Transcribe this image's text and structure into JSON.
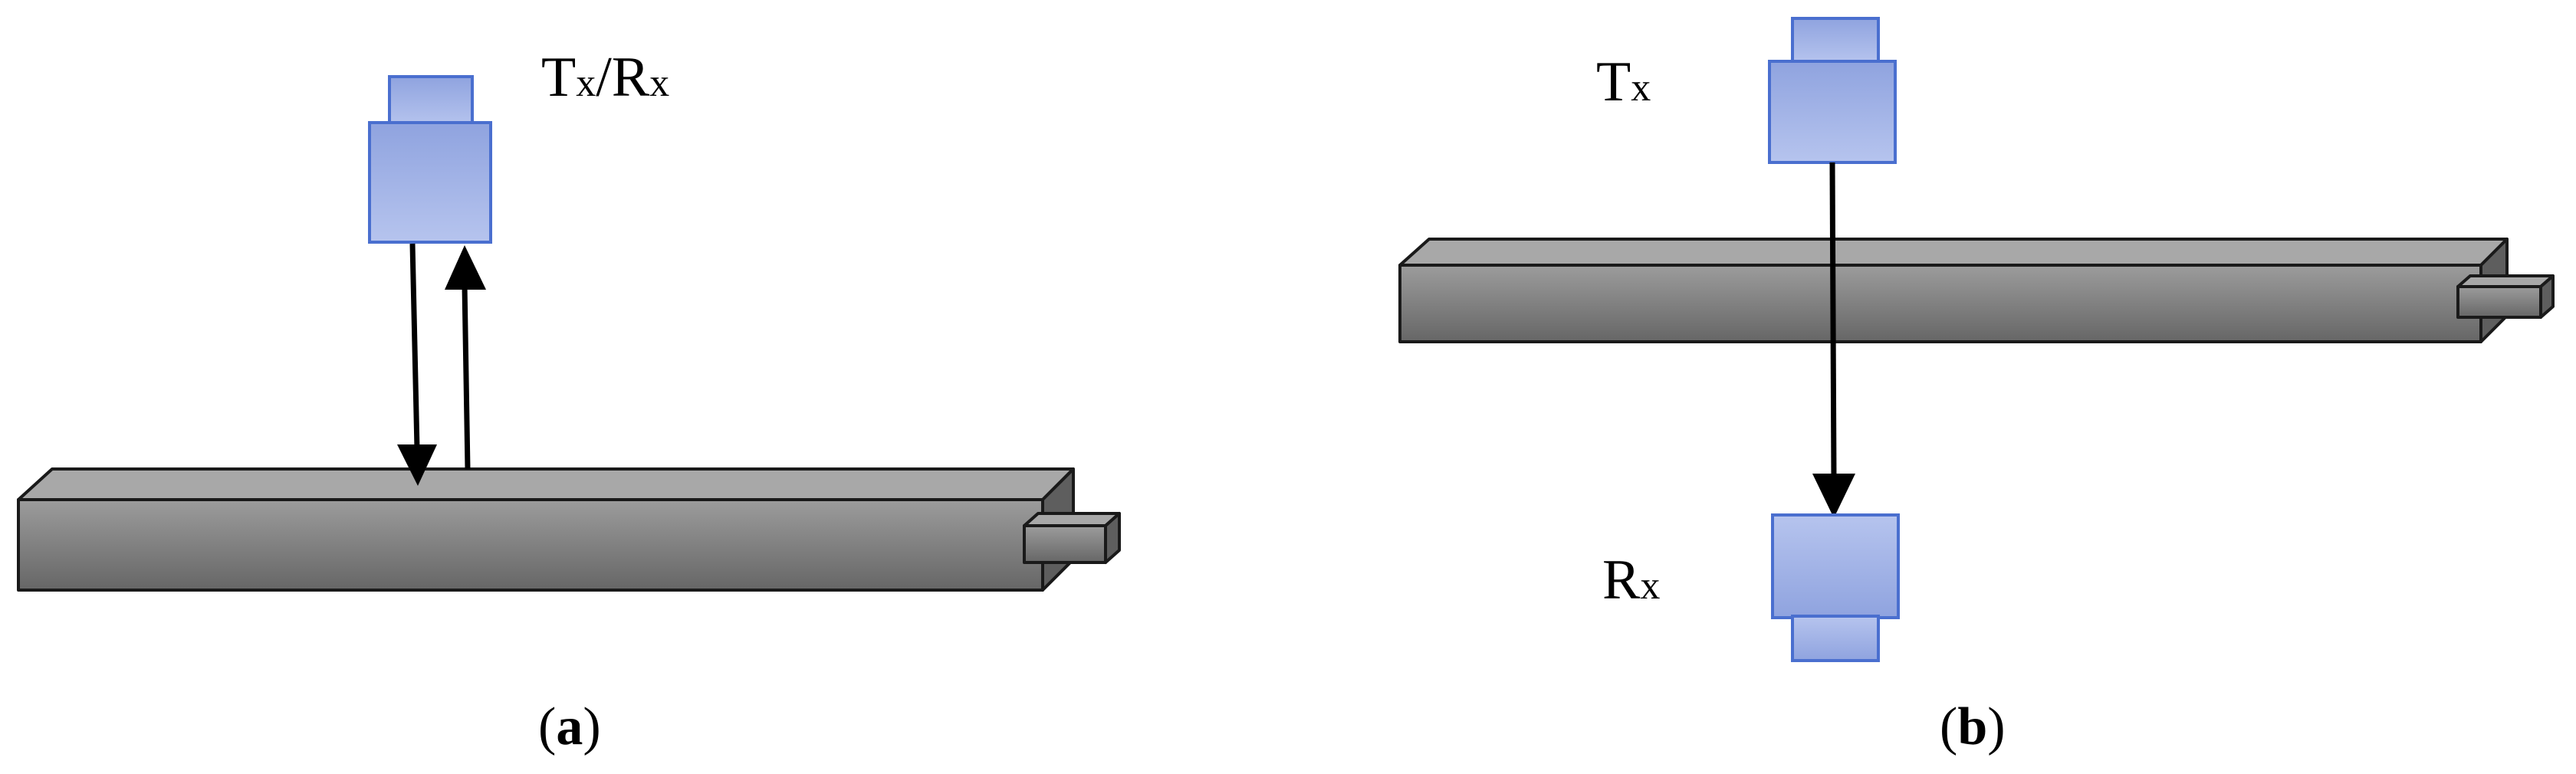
{
  "panel_a": {
    "transceiver_main": "T",
    "transceiver_sub": "x",
    "transceiver_sep": "/R",
    "transceiver_sub2": "x",
    "caption_open": "(",
    "caption_letter": "a",
    "caption_close": ")"
  },
  "panel_b": {
    "transmitter_main": "T",
    "transmitter_sub": "x",
    "receiver_main": "R",
    "receiver_sub": "x",
    "caption_open": "(",
    "caption_letter": "b",
    "caption_close": ")"
  },
  "colors": {
    "sensor_fill_top": "#8fa3df",
    "sensor_fill_bottom": "#b6c4ee",
    "sensor_stroke": "#4a6fcf",
    "bar_front_top": "#9a9a9a",
    "bar_front_bottom": "#6a6a6a",
    "bar_top_face": "#a8a8a8",
    "bar_side_face": "#5e5e5e",
    "arrow": "#000000"
  }
}
